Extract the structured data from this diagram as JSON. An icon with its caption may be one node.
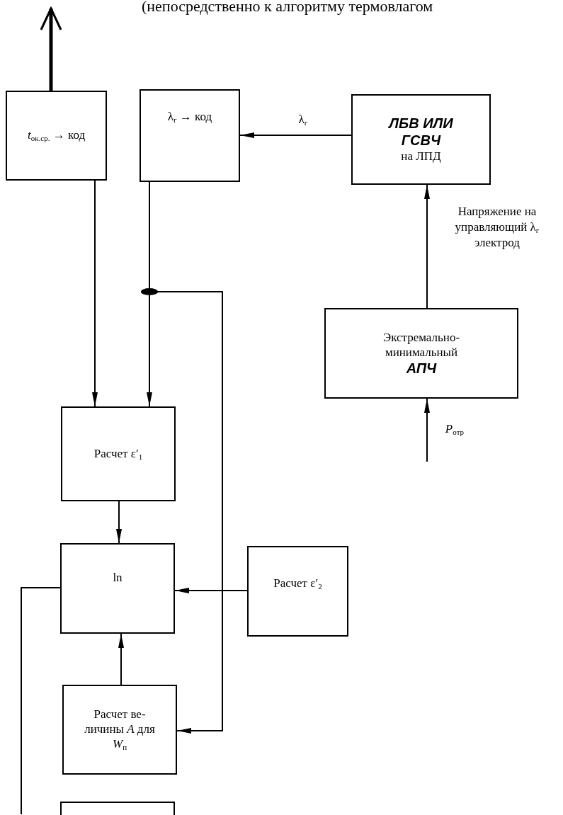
{
  "diagram": {
    "nodes": [
      {
        "text": [
          "*t*$_{ок.ср.}$ → код"
        ]
      },
      {
        "text": [
          "λ$_{г}$ → код"
        ]
      },
      {
        "text": [
          "ЛБВ ИЛИ ГСВЧ",
          "на ЛПД"
        ]
      },
      {
        "text": [
          "Экстремально-минимальный",
          "АПЧ"
        ]
      },
      {
        "text": [
          "Расчет ε′$_{1}$"
        ]
      },
      {
        "text": [
          "ln"
        ]
      },
      {
        "text": [
          "Расчет ε′$_{2}$"
        ]
      },
      {
        "text": [
          "Расчет ве- личины *A* для *W*$_{п}$"
        ]
      },
      {
        "text": [],
        "shape": "box"
      }
    ],
    "edges": [
      {
        "from": 0,
        "to": null,
        "arrow": "to",
        "style": "thick"
      },
      {
        "from": 2,
        "to": 1,
        "arrow": "to",
        "label": "λ$_{г}$"
      },
      {
        "from": 3,
        "to": 2,
        "arrow": "to",
        "label": "Напряжение на управляющий λ$_{г}$ электрод"
      },
      {
        "from": null,
        "to": 3,
        "arrow": "to",
        "label": "*P*$_{отр}$"
      },
      {
        "from": 0,
        "to": 4,
        "arrow": "to"
      },
      {
        "from": 1,
        "to": 4,
        "arrow": "to"
      },
      {
        "from": 1,
        "to": 7,
        "arrow": "to"
      },
      {
        "from": 4,
        "to": 5,
        "arrow": "to"
      },
      {
        "from": 6,
        "to": 5,
        "arrow": "to"
      },
      {
        "from": 7,
        "to": 5,
        "arrow": "to"
      },
      {
        "from": 5,
        "to": null,
        "arrow": "none"
      }
    ],
    "labels": [
      "(непосредственно к алгоритму термовлагом"
    ]
  }
}
